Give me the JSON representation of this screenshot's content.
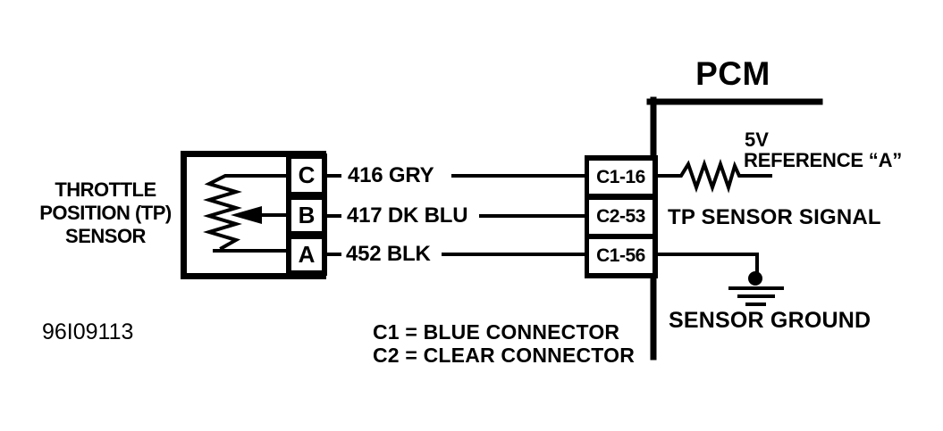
{
  "diagram": {
    "id_code": "96I09113",
    "pcm": {
      "title": "PCM"
    },
    "sensor": {
      "name_lines": [
        "THROTTLE",
        "POSITION (TP)",
        "SENSOR"
      ],
      "pins": [
        {
          "id": "C"
        },
        {
          "id": "B"
        },
        {
          "id": "A"
        }
      ]
    },
    "wires": [
      {
        "pin": "C",
        "label": "416 GRY",
        "terminal": "C1-16",
        "function": "5V REFERENCE “A”"
      },
      {
        "pin": "B",
        "label": "417 DK BLU",
        "terminal": "C2-53",
        "function": "TP SENSOR SIGNAL"
      },
      {
        "pin": "A",
        "label": "452 BLK",
        "terminal": "C1-56",
        "function": "SENSOR GROUND"
      }
    ],
    "pcm_labels": {
      "reference_line1": "5V",
      "reference_line2": "REFERENCE “A”",
      "signal": "TP SENSOR SIGNAL",
      "ground": "SENSOR GROUND"
    },
    "legend": [
      "C1 = BLUE CONNECTOR",
      "C2 = CLEAR CONNECTOR"
    ],
    "colors": {
      "ink": "#000000",
      "paper": "#ffffff"
    }
  }
}
